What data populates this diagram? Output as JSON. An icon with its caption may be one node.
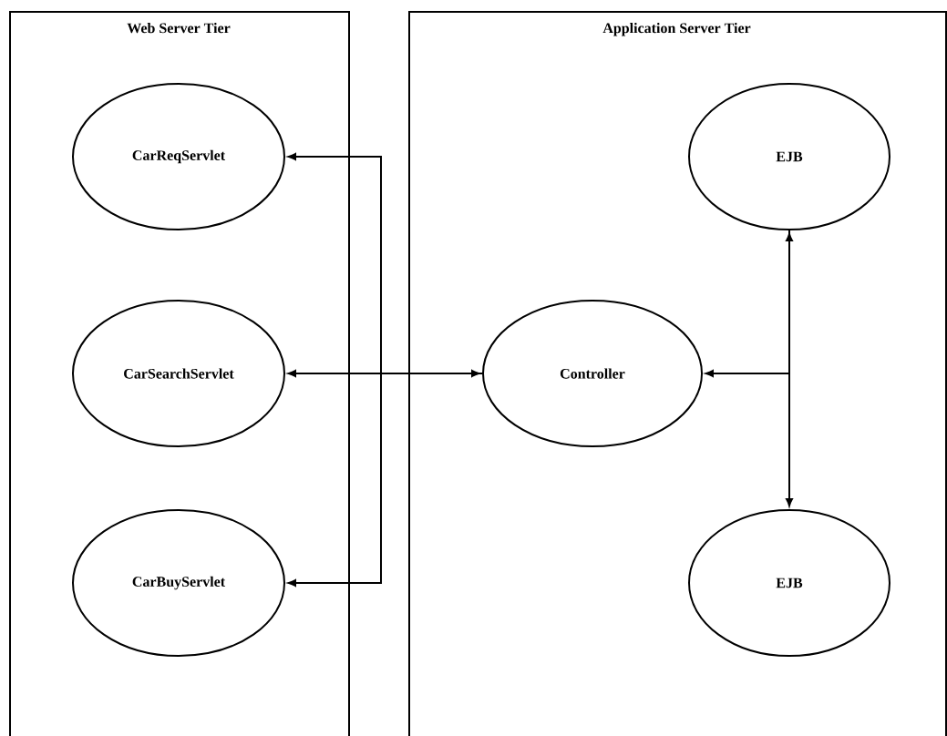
{
  "diagram": {
    "nodes": [
      {
        "text": [
          "Web Server Tier"
        ]
      },
      {
        "text": [
          "CarReqServlet"
        ],
        "in": 0
      },
      {
        "text": [
          "CarSearchServlet"
        ],
        "in": 0
      },
      {
        "text": [
          "CarBuyServlet"
        ],
        "in": 0
      },
      {
        "text": [
          "Application Server Tier"
        ]
      },
      {
        "text": [
          "EJB"
        ],
        "in": 4
      },
      {
        "text": [
          "Controller"
        ],
        "in": 4
      },
      {
        "text": [
          "EJB"
        ],
        "in": 4
      }
    ],
    "edges": [
      {
        "from": 6,
        "to": 2,
        "arrow": "both"
      },
      {
        "from": 6,
        "to": 1,
        "arrow": "to"
      },
      {
        "from": 6,
        "to": 3,
        "arrow": "to"
      },
      {
        "from": 5,
        "to": 7,
        "arrow": "both"
      },
      {
        "from": 5,
        "to": 6,
        "arrow": "to"
      }
    ]
  }
}
